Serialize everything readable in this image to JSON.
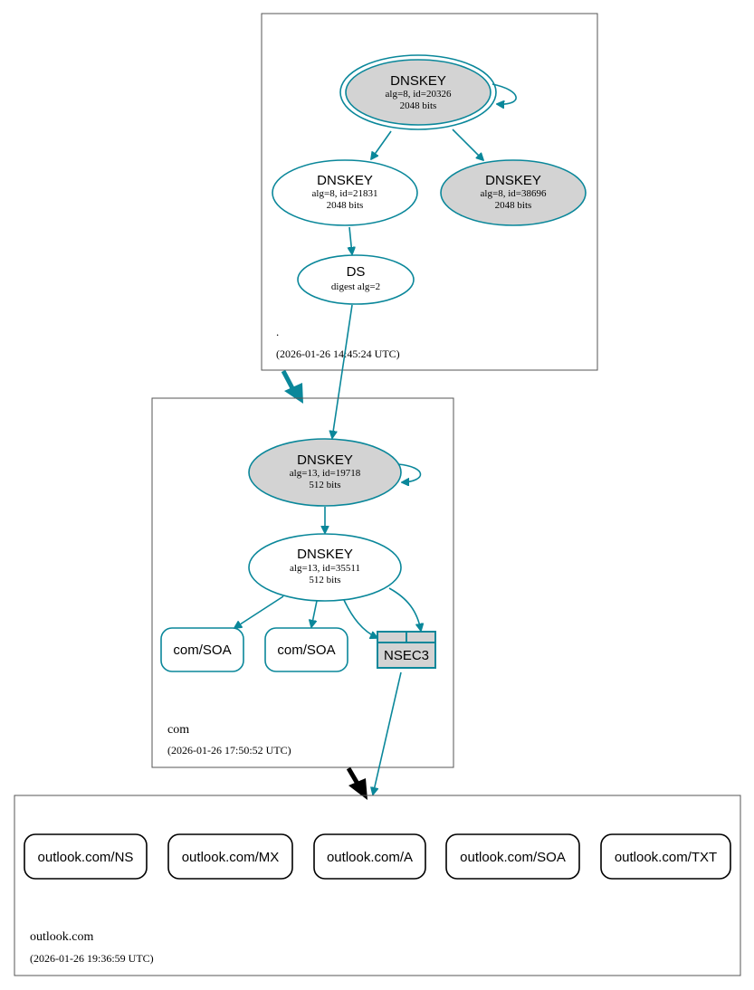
{
  "colors": {
    "edge": "#0a879a",
    "node_fill_gray": "#d3d3d3",
    "node_fill_white": "#ffffff",
    "delegation_arrow_root": "#0a879a",
    "delegation_arrow_com": "#000000",
    "zone_border": "#555555"
  },
  "zones": {
    "root": {
      "name": ".",
      "timestamp": "(2026-01-26 14:45:24 UTC)",
      "nodes": {
        "ksk": {
          "title": "DNSKEY",
          "line1": "alg=8, id=20326",
          "line2": "2048 bits"
        },
        "zsk1": {
          "title": "DNSKEY",
          "line1": "alg=8, id=21831",
          "line2": "2048 bits"
        },
        "zsk2": {
          "title": "DNSKEY",
          "line1": "alg=8, id=38696",
          "line2": "2048 bits"
        },
        "ds": {
          "title": "DS",
          "line1": "digest alg=2"
        }
      }
    },
    "com": {
      "name": "com",
      "timestamp": "(2026-01-26 17:50:52 UTC)",
      "nodes": {
        "ksk": {
          "title": "DNSKEY",
          "line1": "alg=13, id=19718",
          "line2": "512 bits"
        },
        "zsk": {
          "title": "DNSKEY",
          "line1": "alg=13, id=35511",
          "line2": "512 bits"
        },
        "soa1": {
          "label": "com/SOA"
        },
        "soa2": {
          "label": "com/SOA"
        },
        "nsec3": {
          "label": "NSEC3"
        }
      }
    },
    "outlook": {
      "name": "outlook.com",
      "timestamp": "(2026-01-26 19:36:59 UTC)",
      "records": [
        "outlook.com/NS",
        "outlook.com/MX",
        "outlook.com/A",
        "outlook.com/SOA",
        "outlook.com/TXT"
      ]
    }
  }
}
